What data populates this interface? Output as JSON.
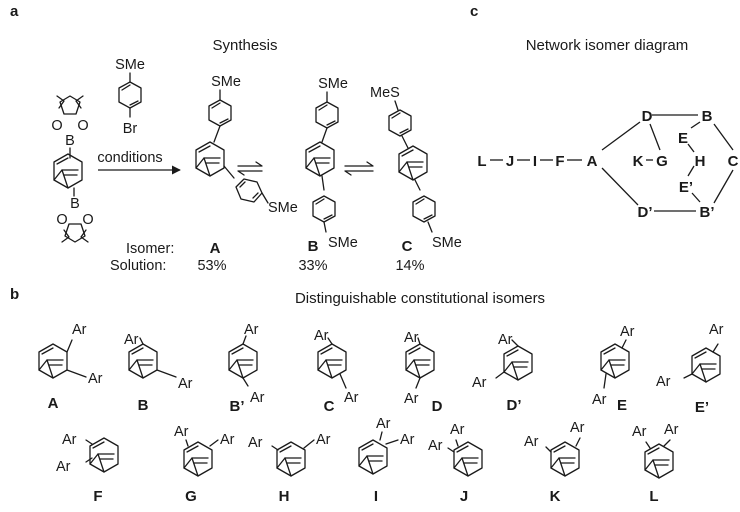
{
  "panel_labels": {
    "a": "a",
    "b": "b",
    "c": "c"
  },
  "panel_a": {
    "title": "Synthesis",
    "reagent_group": "SMe",
    "reagent_halogen": "Br",
    "arrow_label": "conditions",
    "boronate_atoms": {
      "o": "O",
      "b": "B"
    },
    "substituents": {
      "sme": "SMe",
      "mes": "MeS"
    },
    "row_labels": {
      "isomer": "Isomer:",
      "solution": "Solution:"
    },
    "products": [
      {
        "id": "A",
        "percent": "53%"
      },
      {
        "id": "B",
        "percent": "33%"
      },
      {
        "id": "C",
        "percent": "14%"
      }
    ]
  },
  "panel_b": {
    "title": "Distinguishable constitutional isomers",
    "substituent": "Ar",
    "isomers": [
      "A",
      "B",
      "B’",
      "C",
      "D",
      "D’",
      "E",
      "E’",
      "F",
      "G",
      "H",
      "I",
      "J",
      "K",
      "L"
    ]
  },
  "panel_c": {
    "title": "Network isomer diagram",
    "nodes": {
      "L": "L",
      "J": "J",
      "I": "I",
      "F": "F",
      "A": "A",
      "D": "D",
      "B": "B",
      "E": "E",
      "H": "H",
      "E2": "E’",
      "C": "C",
      "K": "K",
      "G": "G",
      "D2": "D’",
      "B2": "B’"
    }
  }
}
